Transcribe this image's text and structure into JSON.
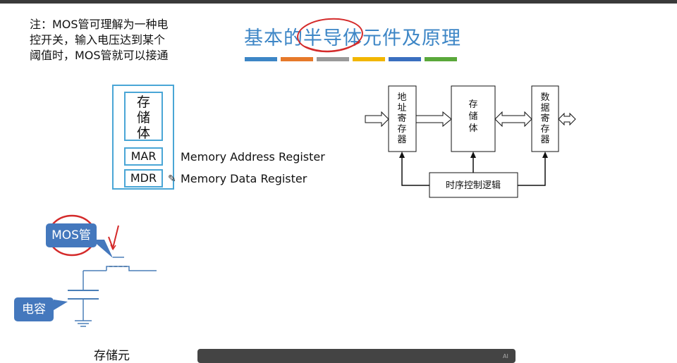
{
  "note": {
    "line1": "注：MOS管可理解为一种电",
    "line2": "控开关，输入电压达到某个",
    "line3": "阈值时，MOS管就可以接通"
  },
  "title": "基本的半导体元件及原理",
  "stripe_colors": [
    "#3d86c6",
    "#e6792a",
    "#9a9a9a",
    "#f2b600",
    "#3a6fbf",
    "#5aa83a"
  ],
  "memory_box": {
    "storage_chars": [
      "存",
      "储",
      "体"
    ],
    "mar": "MAR",
    "mdr": "MDR",
    "mar_full": "Memory Address Register",
    "mdr_full": "Memory Data Register"
  },
  "diagram": {
    "addr_reg": [
      "地",
      "址",
      "寄",
      "存",
      "器"
    ],
    "storage": [
      "存",
      "储",
      "体"
    ],
    "data_reg": [
      "数",
      "据",
      "寄",
      "存",
      "器"
    ],
    "timing": "时序控制逻辑"
  },
  "bubbles": {
    "mos": "MOS管",
    "capacitor": "电容"
  },
  "caption": "存储元",
  "ai_mark": "AI",
  "icons": {
    "pencil": "pencil-icon",
    "ground": "ground-icon"
  }
}
